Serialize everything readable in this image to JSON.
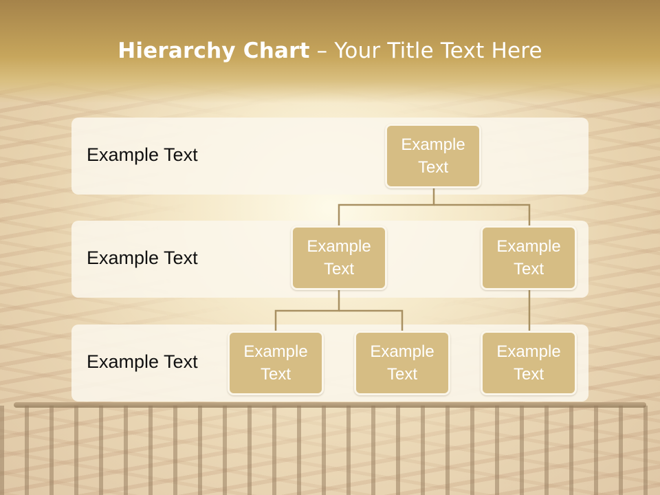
{
  "title": {
    "bold": "Hierarchy Chart",
    "rest": " – Your Title Text Here"
  },
  "levels": [
    {
      "label": "Example Text"
    },
    {
      "label": "Example Text"
    },
    {
      "label": "Example Text"
    }
  ],
  "nodes": {
    "root": "Example Text",
    "child_left": "Example Text",
    "child_right": "Example Text",
    "grandchild_1": "Example Text",
    "grandchild_2": "Example Text",
    "grandchild_3": "Example Text"
  },
  "colors": {
    "title_band": "#c7a65c",
    "node_fill": "#d6bd84",
    "node_border": "#fbf6ea",
    "connector": "#a89062",
    "band_fill": "#faf6ea"
  }
}
